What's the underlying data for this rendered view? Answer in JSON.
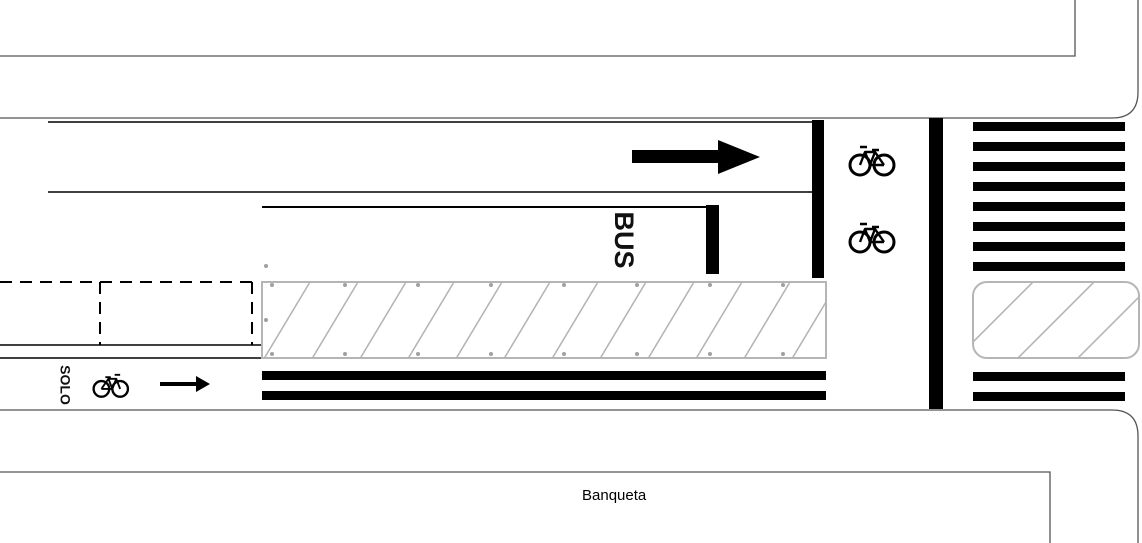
{
  "sidewalk": {
    "label": "Banqueta"
  },
  "markings": {
    "bus_lane_text": "BUS",
    "bike_only_text": "SOLO"
  },
  "icons": {
    "lane_arrow": "arrow-right-icon",
    "bike_symbol": "bicycle-icon",
    "small_arrow": "arrow-right-icon"
  },
  "colors": {
    "marking": "#000000",
    "curb_line": "#555555",
    "buffer_stroke": "#b5b5b5",
    "background": "#ffffff"
  }
}
